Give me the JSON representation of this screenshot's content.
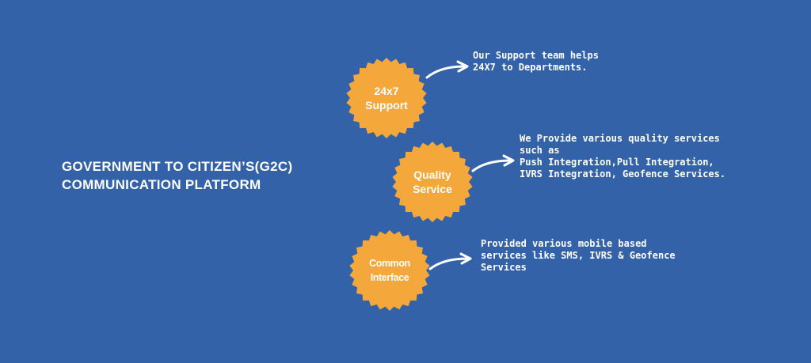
{
  "title": {
    "line1": "GOVERNMENT TO CITIZEN’S(G2C)",
    "line2": "COMMUNICATION PLATFORM"
  },
  "colors": {
    "background": "#3362a9",
    "badge": "#f4a73a",
    "text": "#ffffff"
  },
  "items": [
    {
      "badge": [
        "24x7",
        "Support"
      ],
      "description": [
        "Our Support team helps",
        "24X7 to Departments."
      ]
    },
    {
      "badge": [
        "Quality",
        "Service"
      ],
      "description": [
        "We Provide various quality services",
        "such as",
        "Push Integration,Pull Integration,",
        "IVRS Integration, Geofence Services."
      ]
    },
    {
      "badge": [
        "Common",
        "Interface"
      ],
      "description": [
        "Provided various mobile based",
        "services like SMS, IVRS & Geofence",
        "Services"
      ]
    }
  ]
}
